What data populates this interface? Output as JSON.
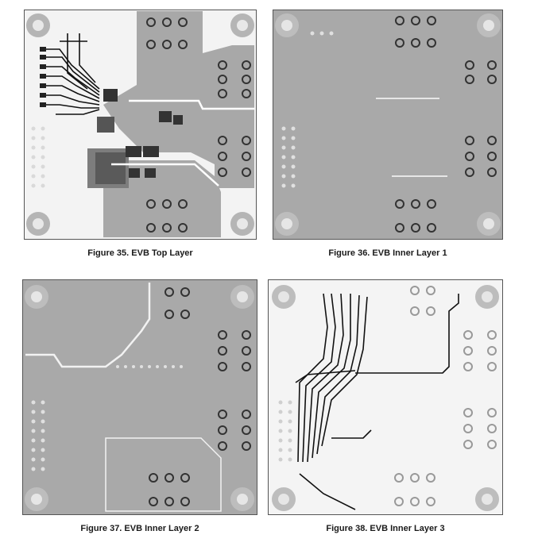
{
  "figures": [
    {
      "number": "Figure 35.",
      "title": "EVB Top Layer",
      "caption": "Figure 35. EVB Top Layer"
    },
    {
      "number": "Figure 36.",
      "title": "EVB Inner Layer 1",
      "caption": "Figure 36. EVB Inner Layer 1"
    },
    {
      "number": "Figure 37.",
      "title": "EVB Inner Layer 2",
      "caption": "Figure 37. EVB Inner Layer 2"
    },
    {
      "number": "Figure 38.",
      "title": "EVB Inner Layer 3",
      "caption": "Figure 38. EVB Inner Layer 3"
    }
  ],
  "colors": {
    "board_light": "#f2f2f2",
    "board_gray": "#a9a9a9",
    "copper_gray": "#9a9a9a",
    "via_ring": "#8a8a8a",
    "trace": "#111111",
    "caption_text": "#1a1a1a"
  }
}
